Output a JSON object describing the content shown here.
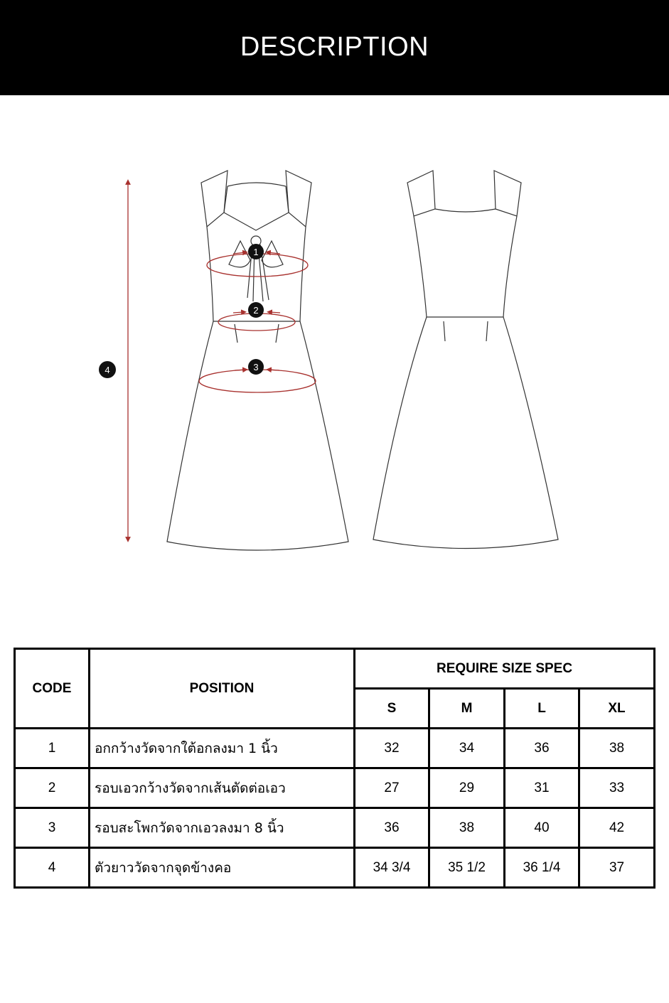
{
  "header": {
    "title": "DESCRIPTION"
  },
  "diagram": {
    "markers": [
      "1",
      "2",
      "3",
      "4"
    ],
    "colors": {
      "measure": "#a8312e",
      "outline": "#333333",
      "marker": "#111111"
    }
  },
  "table": {
    "headers": {
      "code": "CODE",
      "position": "POSITION",
      "spec": "REQUIRE SIZE SPEC",
      "sizes": [
        "S",
        "M",
        "L",
        "XL"
      ]
    },
    "rows": [
      {
        "code": "1",
        "position": "อกกว้างวัดจากใต้อกลงมา 1 นิ้ว",
        "values": [
          "32",
          "34",
          "36",
          "38"
        ]
      },
      {
        "code": "2",
        "position": "รอบเอวกว้างวัดจากเส้นตัดต่อเอว",
        "values": [
          "27",
          "29",
          "31",
          "33"
        ]
      },
      {
        "code": "3",
        "position": "รอบสะโพกวัดจากเอวลงมา 8 นิ้ว",
        "values": [
          "36",
          "38",
          "40",
          "42"
        ]
      },
      {
        "code": "4",
        "position": "ตัวยาววัดจากจุดข้างคอ",
        "values": [
          "34 3/4",
          "35 1/2",
          "36 1/4",
          "37"
        ]
      }
    ]
  }
}
